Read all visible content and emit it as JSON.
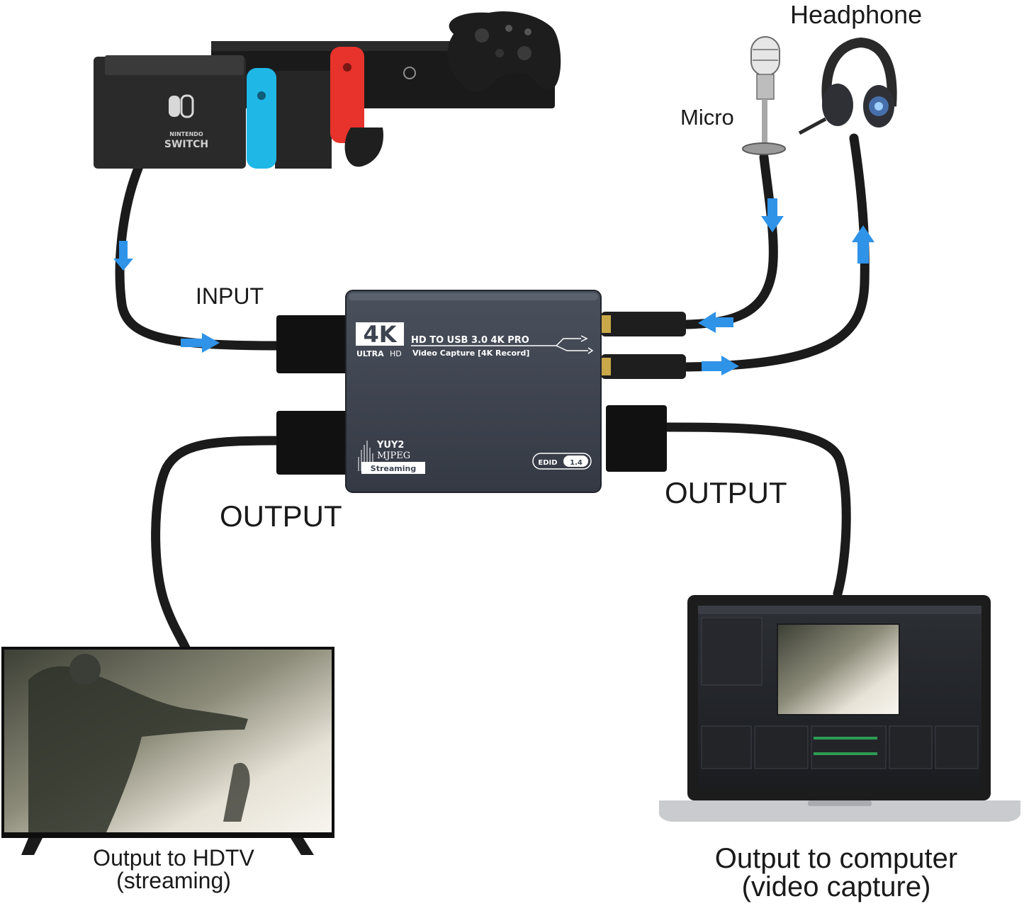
{
  "labels": {
    "headphone": "Headphone",
    "micro": "Micro",
    "input": "INPUT",
    "output_left": "OUTPUT",
    "output_right": "OUTPUT",
    "hdtv_line1": "Output to HDTV",
    "hdtv_line2": "(streaming)",
    "computer_line1": "Output to computer",
    "computer_line2": "(video capture)"
  },
  "device": {
    "badge_4k": "4K",
    "badge_ultra": "ULTRA",
    "badge_hd": "HD",
    "line1": "HD TO USB 3.0 4K PRO",
    "line2": "Video Capture [4K Record]",
    "yuy2": "YUY2",
    "mjpeg": "MJPEG",
    "streaming": "Streaming",
    "edid": "EDID",
    "edid_version": "1.4"
  },
  "switch_console": {
    "brand_line1": "NINTENDO",
    "brand_line2": "SWITCH"
  },
  "colors": {
    "arrow": "#2f93e8",
    "cable": "#1b1b1b",
    "device_body": "#3d4350",
    "joycon_left": "#1fb7e6",
    "joycon_right": "#e8322c"
  },
  "icons": [
    "arrow-down-icon",
    "arrow-up-icon",
    "arrow-left-icon",
    "arrow-right-icon",
    "microphone-icon",
    "headphone-icon",
    "game-controller-icon"
  ]
}
